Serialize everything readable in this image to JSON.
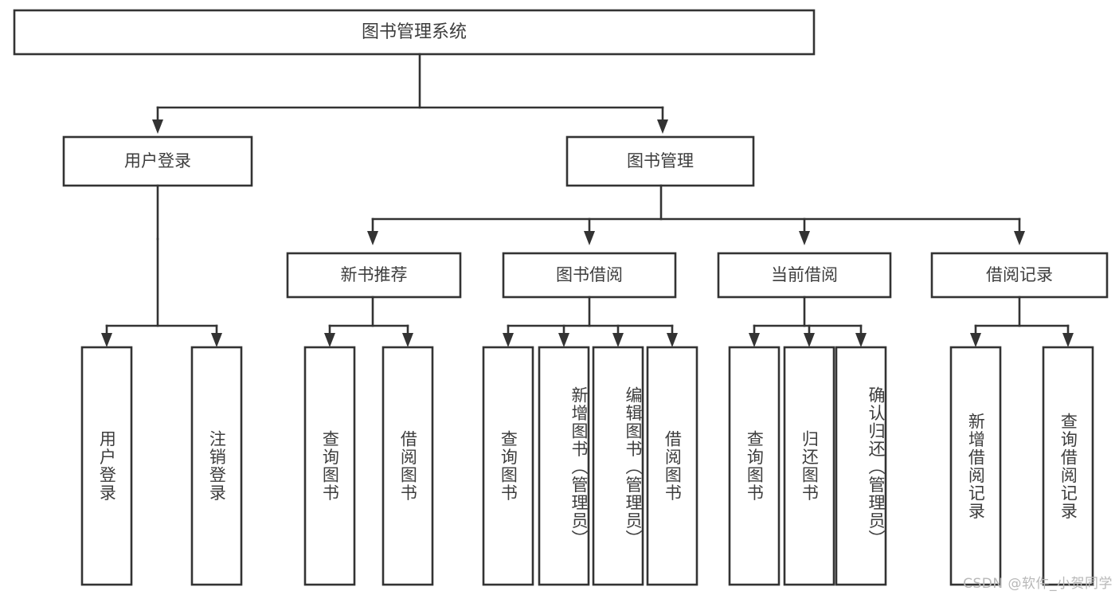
{
  "diagram": {
    "title": "图书管理系统",
    "type": "tree-hierarchy-diagram",
    "colors": {
      "box_fill": "#ffffff",
      "box_stroke": "#333333",
      "text": "#3d3d3d",
      "watermark": "#b8b8b8",
      "background": "#ffffff"
    },
    "root": {
      "label": "图书管理系统"
    },
    "level2": [
      {
        "label": "用户登录"
      },
      {
        "label": "图书管理"
      }
    ],
    "level3": [
      {
        "label": "新书推荐"
      },
      {
        "label": "图书借阅"
      },
      {
        "label": "当前借阅"
      },
      {
        "label": "借阅记录"
      }
    ],
    "leaves": {
      "user_login": [
        {
          "label": "用户登录"
        },
        {
          "label": "注销登录"
        }
      ],
      "new_book_recommend": [
        {
          "label": "查询图书"
        },
        {
          "label": "借阅图书"
        }
      ],
      "book_borrow": [
        {
          "label": "查询图书"
        },
        {
          "label": "新增图书（管理员）"
        },
        {
          "label": "编辑图书（管理员）"
        },
        {
          "label": "借阅图书"
        }
      ],
      "current_borrow": [
        {
          "label": "查询图书"
        },
        {
          "label": "归还图书"
        },
        {
          "label": "确认归还（管理员）"
        }
      ],
      "borrow_record": [
        {
          "label": "新增借阅记录"
        },
        {
          "label": "查询借阅记录"
        }
      ]
    }
  },
  "watermark": {
    "text": "CSDN @软件_小贺同学"
  }
}
